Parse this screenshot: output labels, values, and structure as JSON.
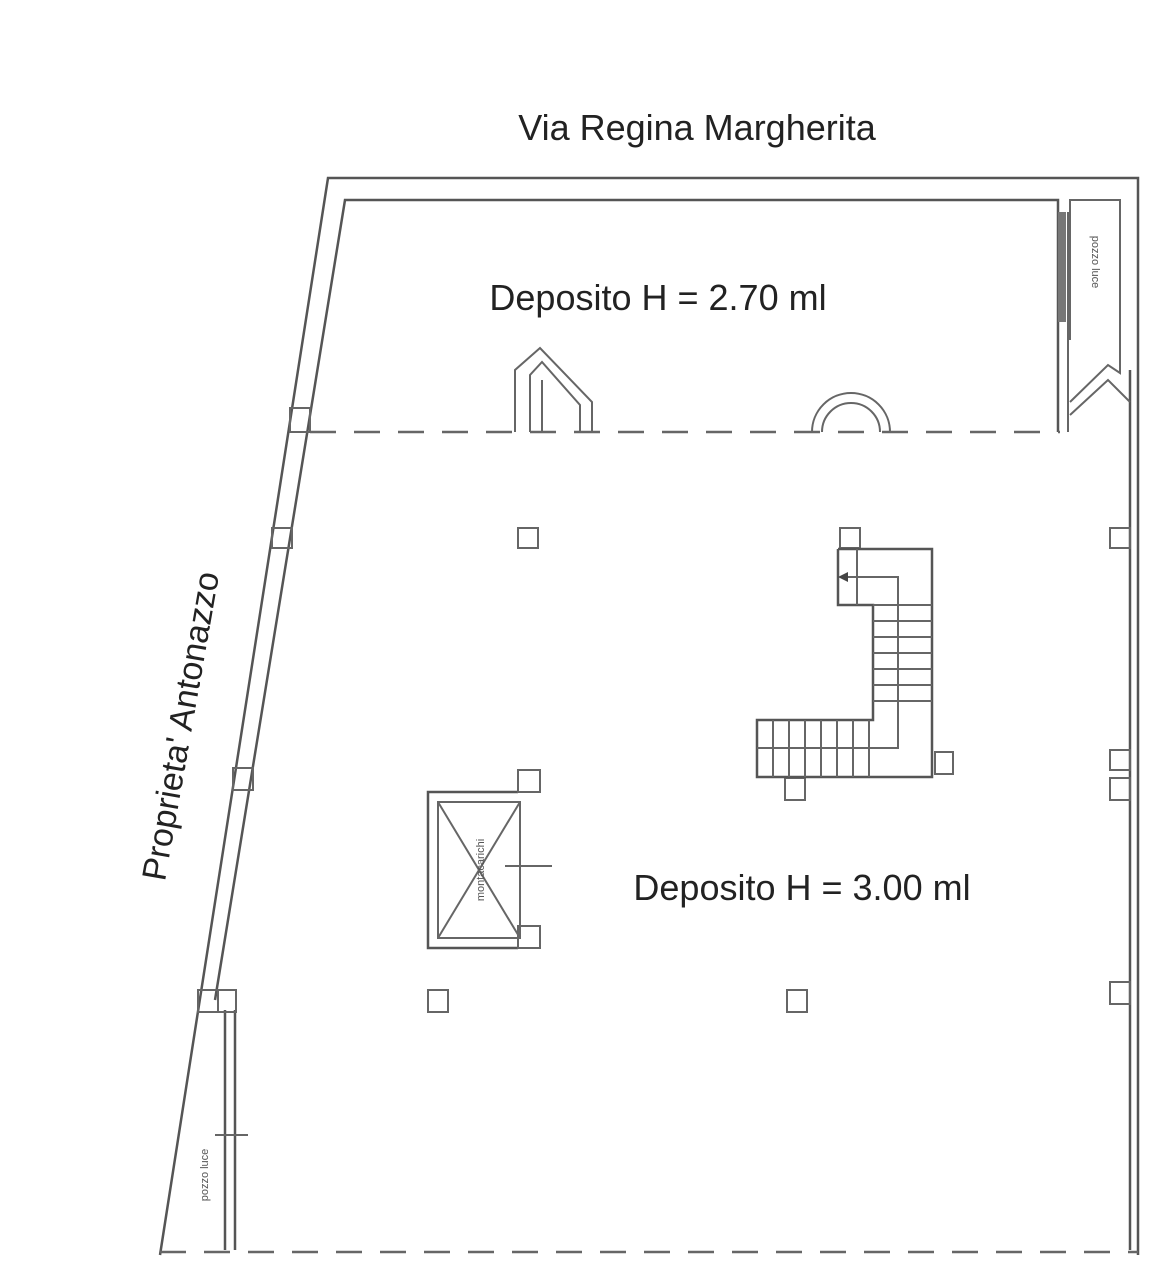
{
  "plan": {
    "street_label": "Via Regina Margherita",
    "neighbor_label": "Proprieta' Antonazzo",
    "room_upper": "Deposito H = 2.70 ml",
    "room_lower": "Deposito H = 3.00 ml",
    "lift_label": "montacarichi",
    "lightwell_right": "pozzo luce",
    "lightwell_left": "pozzo luce"
  },
  "colors": {
    "line": "#555555",
    "text": "#222222"
  }
}
